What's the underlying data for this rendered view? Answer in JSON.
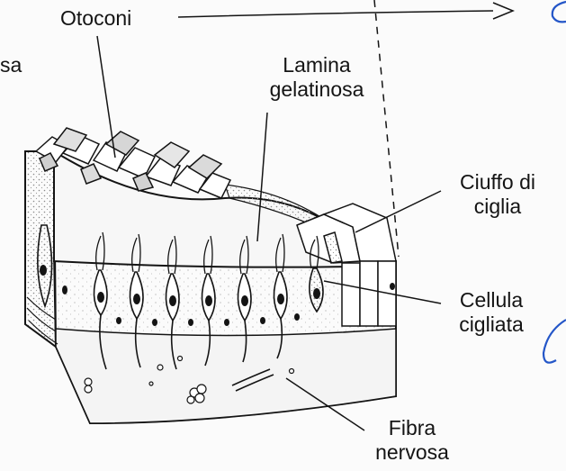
{
  "labels": {
    "partial_left": "sa",
    "otoconi": "Otoconi",
    "lamina_line1": "Lamina",
    "lamina_line2": "gelatinosa",
    "ciuffo_line1": "Ciuffo di",
    "ciuffo_line2": "ciglia",
    "cellula_line1": "Cellula",
    "cellula_line2": "cigliata",
    "fibra_line1": "Fibra",
    "fibra_line2": "nervosa"
  },
  "colors": {
    "ink": "#141414",
    "pen_blue": "#2456c8",
    "stipple": "#8a8a8a",
    "background": "#fbfbfb"
  }
}
